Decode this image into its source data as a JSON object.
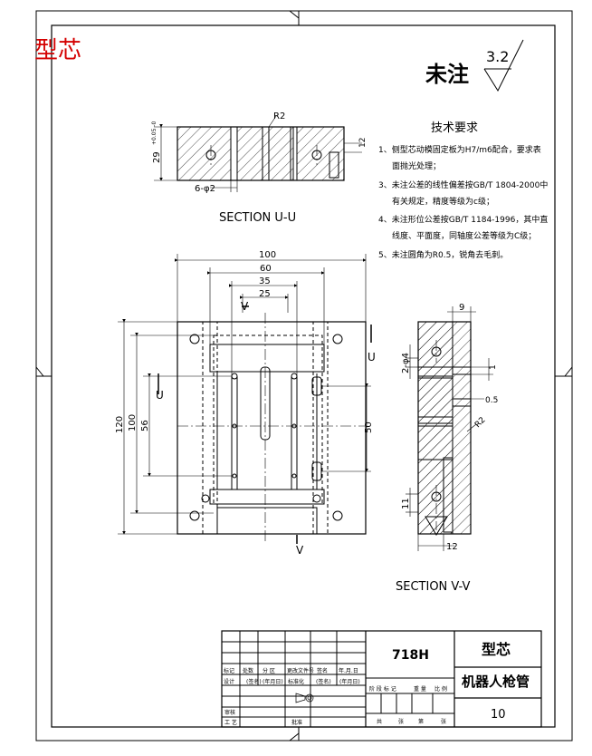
{
  "corner_title": "型芯",
  "surface": {
    "label": "未注",
    "roughness": "3.2"
  },
  "tech_requirements": {
    "heading": "技术要求",
    "items": [
      "1、侧型芯动模固定板为H7/m6配合，要求表",
      "面抛光处理；",
      "3、未注公差的线性偏差按GB/T 1804-2000中",
      "有关规定，精度等级为c级；",
      "4、未注形位公差按GB/T 1184-1996，其中直",
      "线度、平面度，同轴度公差等级为C级；",
      "5、未注圆角为R0.5，锐角去毛刺。"
    ]
  },
  "section_uu": {
    "label": "SECTION U-U",
    "dims": {
      "height": "29",
      "tol": "+0.05\n-0",
      "holes": "6-φ2",
      "r": "R2",
      "right": "12"
    }
  },
  "main_view": {
    "dims": {
      "d100w": "100",
      "d60": "60",
      "d35": "35",
      "d25": "25",
      "d120": "120",
      "d100h": "100",
      "d56": "56",
      "d50": "50"
    },
    "cut_u": "U",
    "cut_v": "V"
  },
  "section_vv": {
    "label": "SECTION V-V",
    "dims": {
      "d9": "9",
      "d2phi4": "2-φ4",
      "d1": "1",
      "d05": "0.5",
      "r2": "R2",
      "d11": "11",
      "d12": "12"
    }
  },
  "title_block": {
    "material": "718H",
    "part_name": "型芯",
    "drawing_name": "机器人枪管",
    "scale": "10",
    "rev_headers": [
      "标记",
      "处数",
      "分 区",
      "更改文件号",
      "签名",
      "年.月.日"
    ],
    "role_labels": [
      "设计",
      "(签名)",
      "(年月日)",
      "标准化",
      "(签名)",
      "(年月日)"
    ],
    "stage_headers": [
      "阶 段 标 记",
      "重 量",
      "比 例"
    ],
    "review": "审核",
    "process": "工 艺",
    "approve": "批准",
    "sheet_info": [
      "共",
      "张",
      "第",
      "张"
    ]
  }
}
